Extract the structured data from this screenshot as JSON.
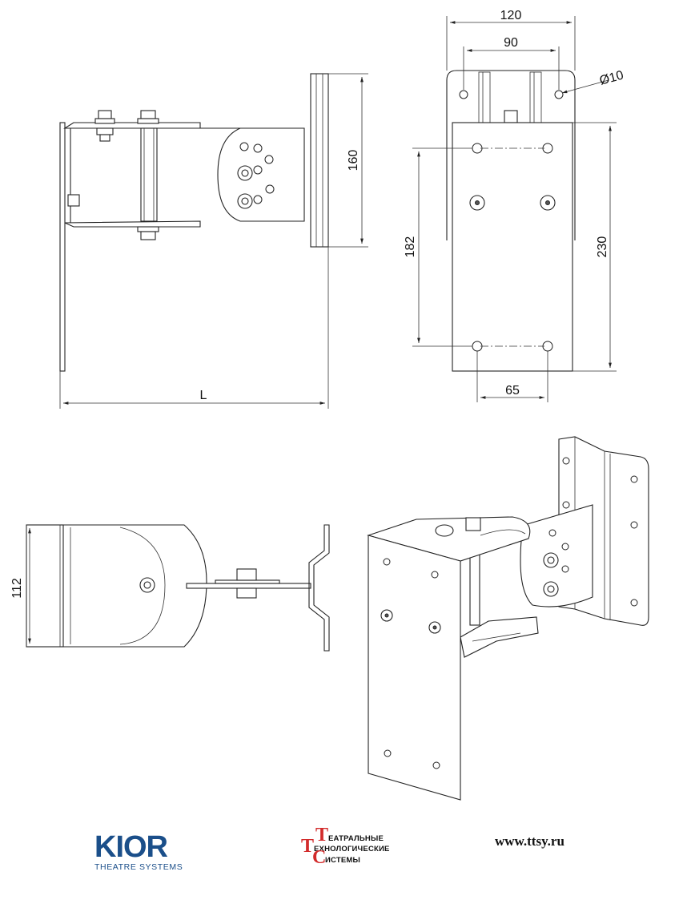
{
  "dimensions": {
    "side_height": "160",
    "length": "L",
    "front_width_outer": "120",
    "front_width_inner": "90",
    "hole_diameter": "Ø10",
    "hole_spacing_vertical": "182",
    "plate_height": "230",
    "hole_spacing_horizontal": "65",
    "top_height": "112"
  },
  "footer": {
    "kior_logo": "KIOR",
    "kior_tagline": "THEATRE SYSTEMS",
    "tts_line1": "ЕАТРАЛЬНЫЕ",
    "tts_line2": "ЕХНОЛОГИЧЕСКИЕ",
    "tts_line3": "ИСТЕМЫ",
    "tts_cap1": "Т",
    "tts_cap2": "Т",
    "tts_cap3": "С",
    "website": "www.ttsy.ru"
  },
  "colors": {
    "kior_blue": "#1b4f8a",
    "tts_red": "#d22b2b"
  }
}
